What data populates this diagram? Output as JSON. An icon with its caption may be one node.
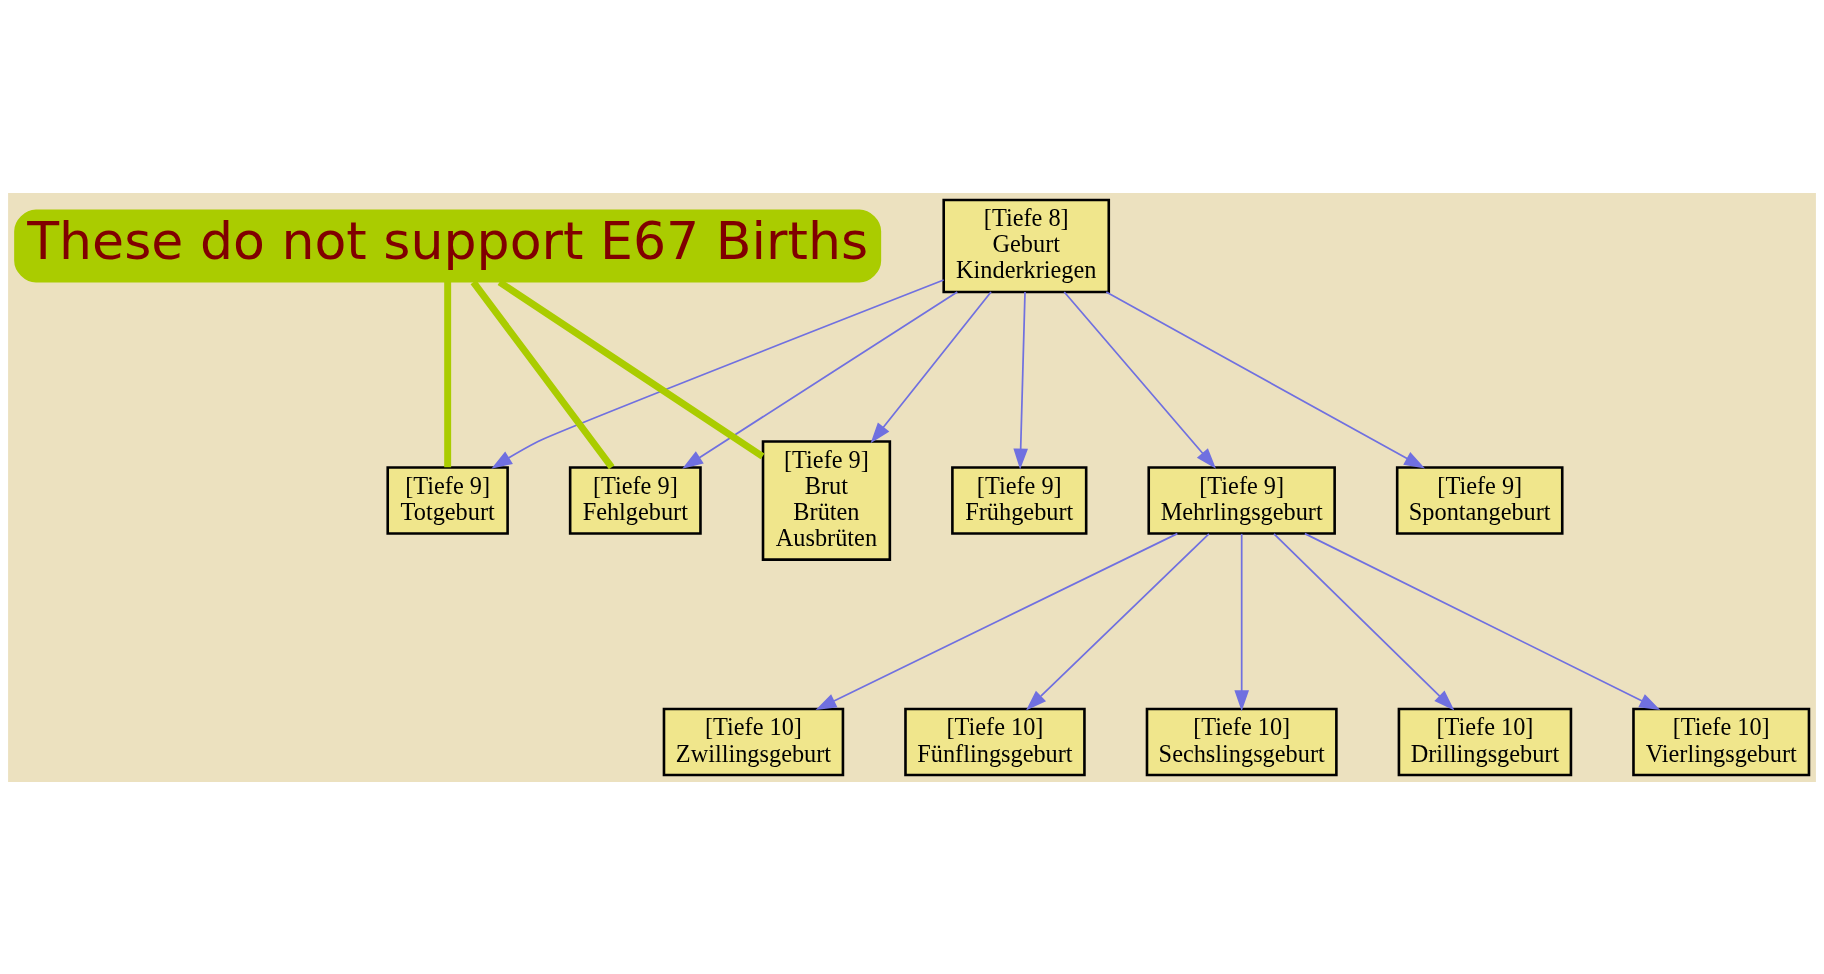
{
  "diagram": {
    "nodes": [
      {
        "text": [
          "[Tiefe 8]",
          "Geburt",
          "Kinderkriegen"
        ]
      },
      {
        "text": [
          "[Tiefe 9]",
          "Frühgeburt"
        ]
      },
      {
        "text": [
          "[Tiefe 9]",
          "Totgeburt"
        ]
      },
      {
        "text": [
          "[Tiefe 9]",
          "Mehrlingsgeburt"
        ]
      },
      {
        "text": [
          "[Tiefe 9]",
          "Spontangeburt"
        ]
      },
      {
        "text": [
          "[Tiefe 9]",
          "Fehlgeburt"
        ]
      },
      {
        "text": [
          "[Tiefe 9]",
          "Brut",
          "Brüten",
          "Ausbrüten"
        ]
      },
      {
        "text": [
          "[Tiefe 10]",
          "Zwillingsgeburt"
        ]
      },
      {
        "text": [
          "[Tiefe 10]",
          "Fünflingsgeburt"
        ]
      },
      {
        "text": [
          "[Tiefe 10]",
          "Sechslingsgeburt"
        ]
      },
      {
        "text": [
          "[Tiefe 10]",
          "Drillingsgeburt"
        ]
      },
      {
        "text": [
          "[Tiefe 10]",
          "Vierlingsgeburt"
        ]
      },
      {
        "text": [
          "These do not support E67 Births"
        ]
      }
    ],
    "edges": [
      {
        "from": 0,
        "to": 1,
        "arrow": "to"
      },
      {
        "from": 0,
        "to": 2,
        "arrow": "to"
      },
      {
        "from": 0,
        "to": 3,
        "arrow": "to"
      },
      {
        "from": 0,
        "to": 4,
        "arrow": "to"
      },
      {
        "from": 0,
        "to": 5,
        "arrow": "to"
      },
      {
        "from": 0,
        "to": 6,
        "arrow": "to"
      },
      {
        "from": 3,
        "to": 7,
        "arrow": "to"
      },
      {
        "from": 3,
        "to": 8,
        "arrow": "to"
      },
      {
        "from": 3,
        "to": 9,
        "arrow": "to"
      },
      {
        "from": 3,
        "to": 10,
        "arrow": "to"
      },
      {
        "from": 3,
        "to": 11,
        "arrow": "to"
      },
      {
        "from": 12,
        "to": 2,
        "arrow": "none",
        "style": "thick",
        "color": "#aacc00"
      },
      {
        "from": 12,
        "to": 5,
        "arrow": "none",
        "style": "thick",
        "color": "#aacc00"
      },
      {
        "from": 12,
        "to": 6,
        "arrow": "none",
        "style": "thick",
        "color": "#aacc00"
      }
    ]
  }
}
